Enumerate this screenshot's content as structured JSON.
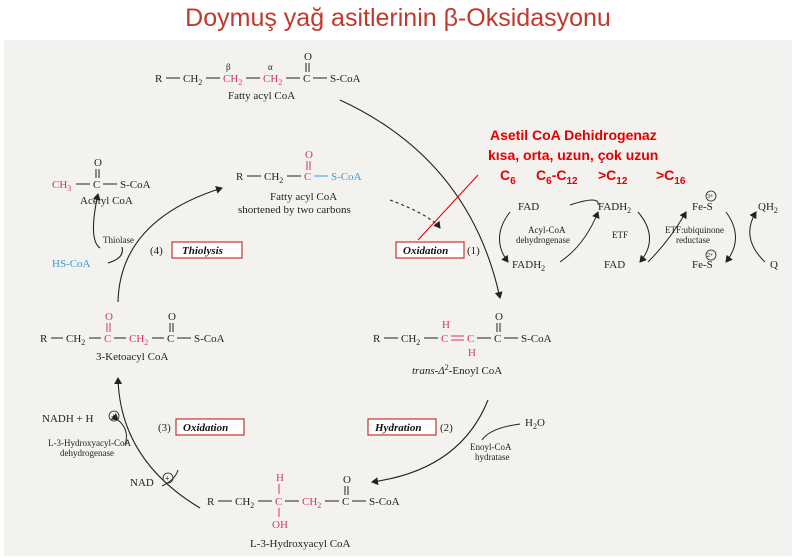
{
  "title": "Doymuş yağ asitlerinin β-Oksidasyonu",
  "note": {
    "line1": "Asetil CoA Dehidrogenaz",
    "line2": "kısa,  orta,   uzun, çok uzun",
    "c6": "C",
    "c6_sub": "6",
    "c6c12a": "C",
    "c6c12a_sub": "6",
    "c6c12b": "-C",
    "c6c12b_sub": "12",
    "gt12": ">C",
    "gt12_sub": "12",
    "gt16": ">C",
    "gt16_sub": "16"
  },
  "compounds": {
    "fatty_acyl_coa": "Fatty acyl CoA",
    "beta": "β",
    "alpha": "α",
    "shortened": "Fatty acyl CoA",
    "shortened_sub": "shortened by two carbons",
    "acetyl_coa": "Acetyl CoA",
    "ketoacyl": "3-Ketoacyl CoA",
    "enoyl": "-Enoyl CoA",
    "enoyl_prefix": "trans-Δ",
    "enoyl_sup": "2",
    "hydroxyacyl": "L-3-Hydroxyacyl CoA"
  },
  "formula": {
    "R": "R",
    "CH2": "CH",
    "sub2": "2",
    "C": "C",
    "O": "O",
    "SCoA": "S-CoA",
    "CH3": "CH",
    "sub3": "3",
    "H": "H",
    "OH": "OH",
    "HS": "HS-CoA"
  },
  "steps": {
    "s1_label": "Oxidation",
    "s1_num": "(1)",
    "s2_label": "Hydration",
    "s2_num": "(2)",
    "s3_label": "Oxidation",
    "s3_num": "(3)",
    "s4_label": "Thiolysis",
    "s4_num": "(4)"
  },
  "enzymes": {
    "thiolase": "Thiolase",
    "acyl_coa_dh_1": "Acyl-CoA",
    "acyl_coa_dh_2": "dehydrogenase",
    "etf": "ETF",
    "etf_red_1": "ETF:ubiquinone",
    "etf_red_2": "reductase",
    "enoyl_hyd_1": "Enoyl-CoA",
    "enoyl_hyd_2": "hydratase",
    "hadh_1": "L-3-Hydroxyacyl-CoA",
    "hadh_2": "dehydrogenase"
  },
  "cofactors": {
    "FAD": "FAD",
    "FADH2": "FADH",
    "sub2": "2",
    "FeS": "Fe-S",
    "FeS_ox": "3+",
    "FeS_red": "2+",
    "QH2": "QH",
    "Q": "Q",
    "H2O": "H",
    "H2O_O": "O",
    "NADH": "NADH + H",
    "NAD": "NAD"
  }
}
